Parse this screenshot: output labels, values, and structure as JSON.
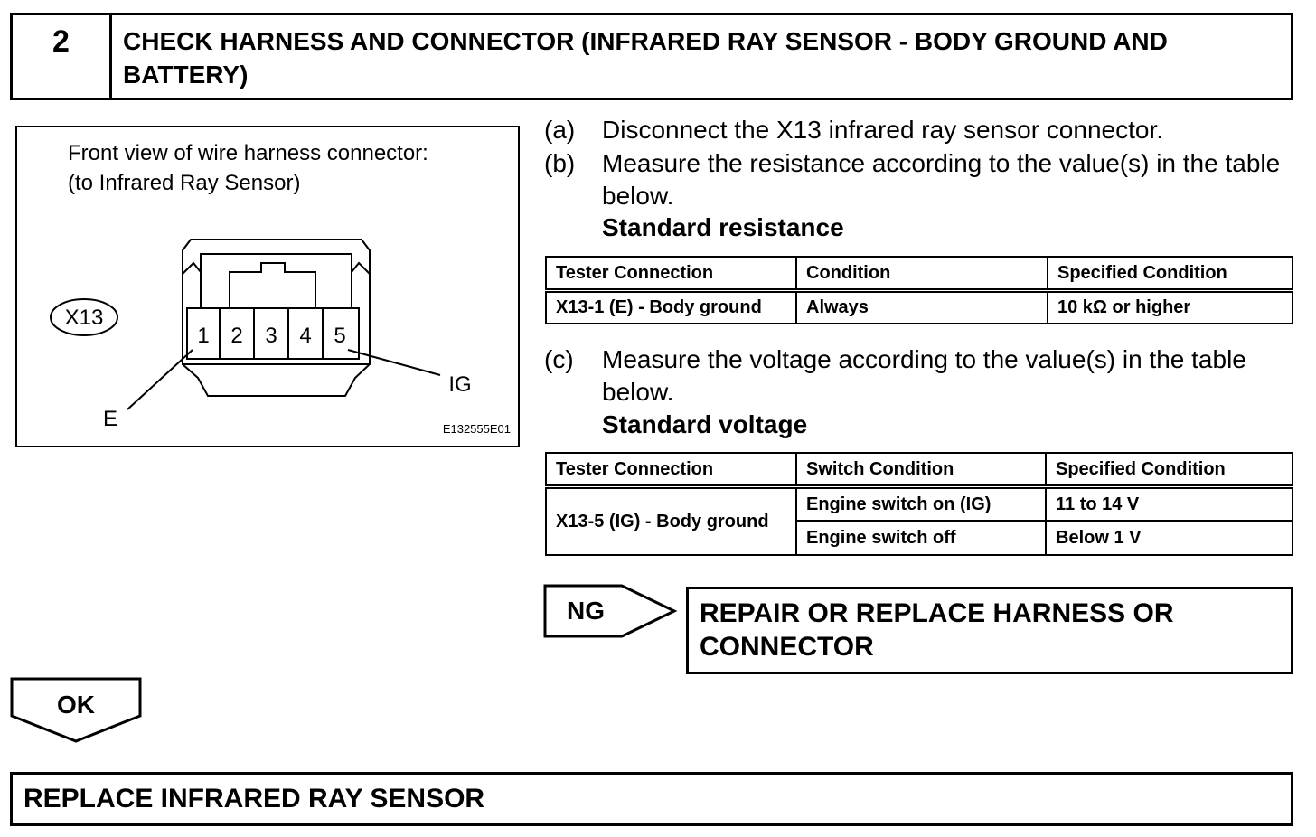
{
  "header": {
    "step_number": "2",
    "title": "CHECK HARNESS AND CONNECTOR (INFRARED RAY SENSOR - BODY GROUND AND BATTERY)"
  },
  "diagram": {
    "caption_line1": "Front view of wire harness connector:",
    "caption_line2": "(to Infrared Ray Sensor)",
    "connector_id": "X13",
    "pins": [
      "1",
      "2",
      "3",
      "4",
      "5"
    ],
    "label_e": "E",
    "label_ig": "IG",
    "figure_code": "E132555E01"
  },
  "steps": {
    "a_key": "(a)",
    "a_text": "Disconnect the X13 infrared ray sensor connector.",
    "b_key": "(b)",
    "b_text": "Measure the resistance according to the value(s) in the table below.",
    "b_standard": "Standard resistance",
    "c_key": "(c)",
    "c_text": "Measure the voltage according to the value(s) in the table below.",
    "c_standard": "Standard voltage"
  },
  "resistance_table": {
    "headers": [
      "Tester Connection",
      "Condition",
      "Specified Condition"
    ],
    "rows": [
      [
        "X13-1 (E) - Body ground",
        "Always",
        "10 kΩ or higher"
      ]
    ]
  },
  "voltage_table": {
    "headers": [
      "Tester Connection",
      "Switch Condition",
      "Specified Condition"
    ],
    "tester_connection": "X13-5 (IG) - Body ground",
    "rows": [
      [
        "Engine switch on (IG)",
        "11 to 14 V"
      ],
      [
        "Engine switch off",
        "Below 1 V"
      ]
    ]
  },
  "ng": {
    "label": "NG",
    "result": "REPAIR OR REPLACE HARNESS OR CONNECTOR"
  },
  "ok": {
    "label": "OK",
    "result": "REPLACE INFRARED RAY SENSOR"
  }
}
